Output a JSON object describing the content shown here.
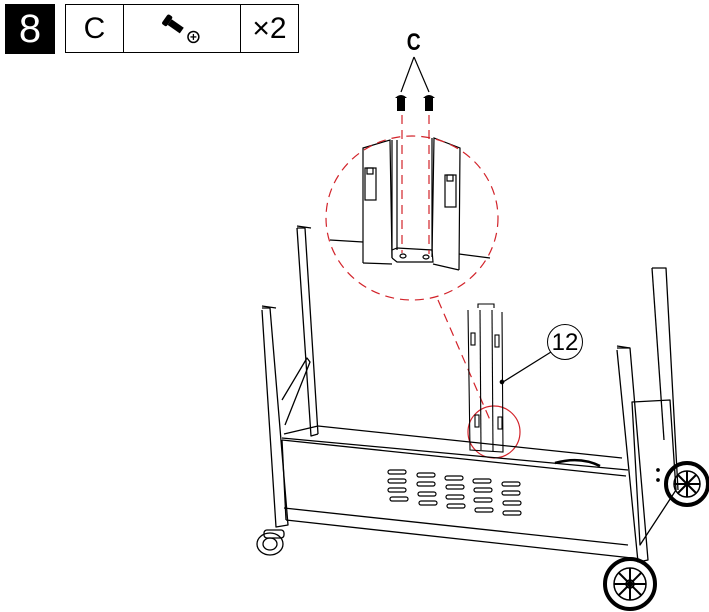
{
  "step": {
    "number": "8"
  },
  "parts_table": {
    "part_letter": "C",
    "part_icon": "bolt-screw-icon",
    "quantity": "×2"
  },
  "callouts": {
    "screws_label": "C",
    "part_number": "12"
  },
  "colors": {
    "line": "#000000",
    "detail_circle": "#d2232a",
    "background": "#ffffff"
  },
  "drawing": {
    "subject": "grill cart frame with two legs, front panel with vent slots, casters and wheels",
    "vent_slots": {
      "columns": 5,
      "rows": 4
    }
  }
}
